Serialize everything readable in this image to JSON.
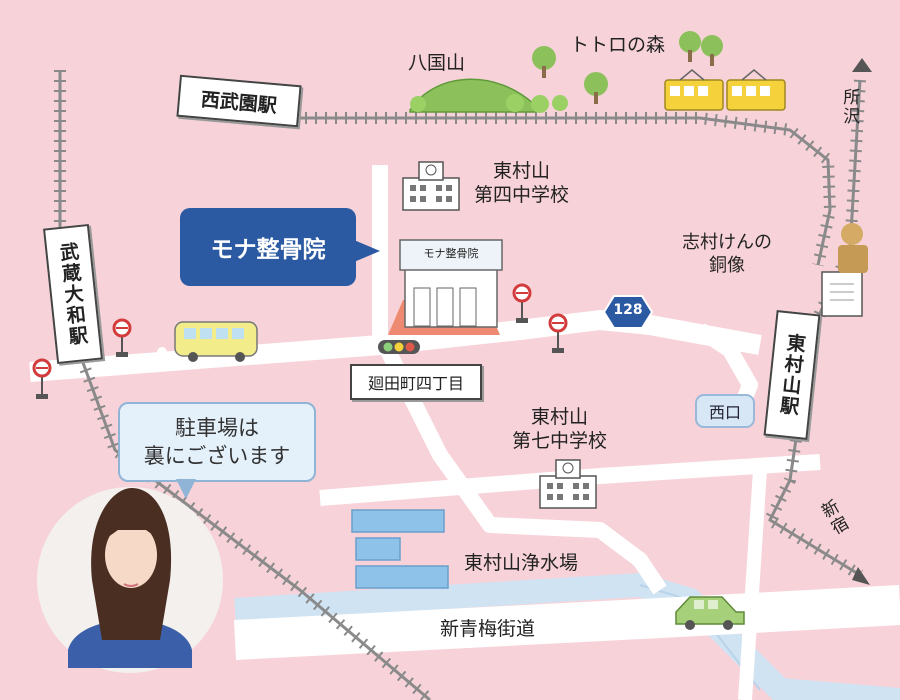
{
  "labels": {
    "nishi_bu_en_eki": "西武園駅",
    "hachikokuyama": "八国山",
    "totoro_forest": "トトロの森",
    "tokorozawa": "所沢",
    "school4_line1": "東村山",
    "school4_line2": "第四中学校",
    "clinic_name": "モナ整骨院",
    "clinic_building_sign": "モナ整骨院",
    "shimura_line1": "志村けんの",
    "shimura_line2": "銅像",
    "musashi_yamato_eki": "武蔵大和駅",
    "route_number": "128",
    "intersection": "廻田町四丁目",
    "higashimurayama_eki": "東村山駅",
    "west_exit": "西口",
    "school7_line1": "東村山",
    "school7_line2": "第七中学校",
    "shinjuku": "新宿",
    "water_plant": "東村山浄水場",
    "shin_ome_kaido": "新青梅街道",
    "parking_line1": "駐車場は",
    "parking_line2": "裏にございます"
  },
  "colors": {
    "background": "#f7d3d9",
    "road": "#ffffff",
    "rail": "#8a8a8a",
    "river": "#cfe3f3",
    "clinic_accent": "#2b5aa3",
    "clinic_plot": "#ef8a72",
    "train_yellow": "#f5d23c",
    "tree_green": "#8cc05a"
  },
  "icons": [
    "train-icon",
    "bus-icon",
    "car-icon",
    "traffic-light-icon",
    "bus-stop-icon",
    "school-icon",
    "statue-icon",
    "tree-icon",
    "hill-icon",
    "route-shield-icon",
    "arrow-up-icon",
    "arrow-down-icon",
    "receptionist-avatar"
  ]
}
